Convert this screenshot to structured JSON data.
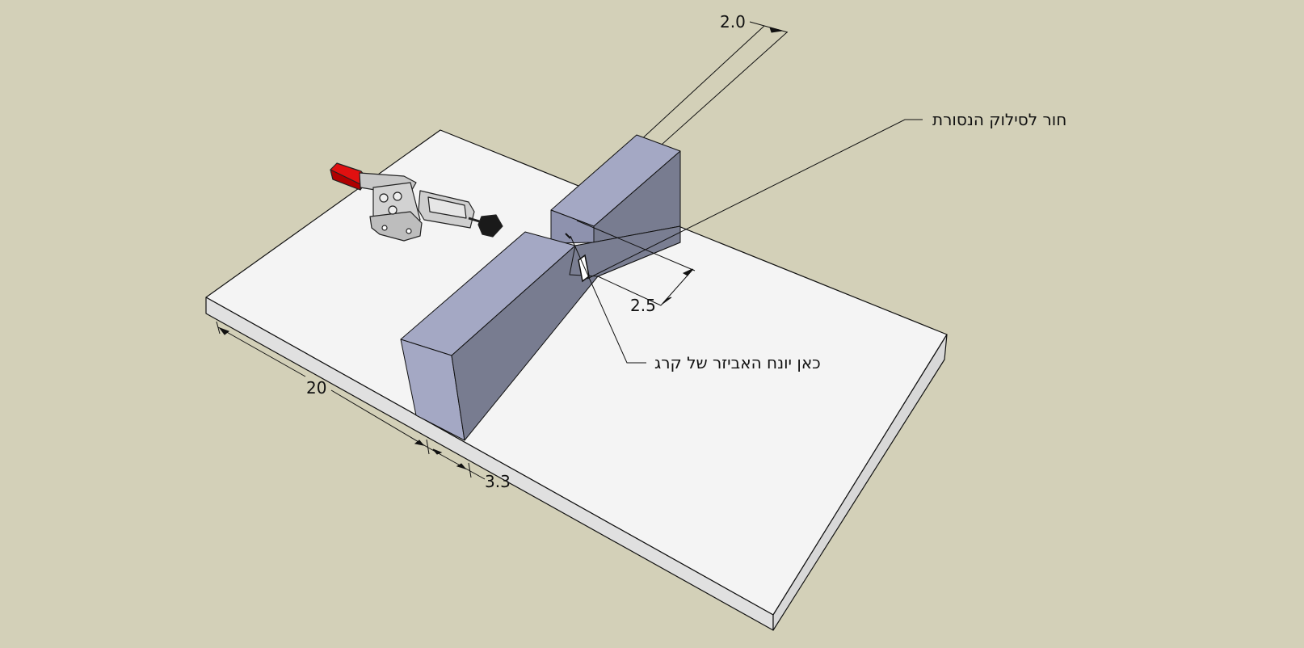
{
  "dimensions": {
    "top_gap": "2.0",
    "slot_depth": "2.5",
    "base_length": "20",
    "offset": "3.3"
  },
  "labels": {
    "hole_label": "חור לסילוק הנסורת",
    "rest_label": "כאן יונח האביזר של קרג"
  },
  "colors": {
    "background": "#d3d0b8",
    "board_top": "#f4f4f4",
    "board_side": "#dedede",
    "block_top": "#a4a8c4",
    "block_side": "#787c90",
    "clamp_handle": "#e01010"
  }
}
